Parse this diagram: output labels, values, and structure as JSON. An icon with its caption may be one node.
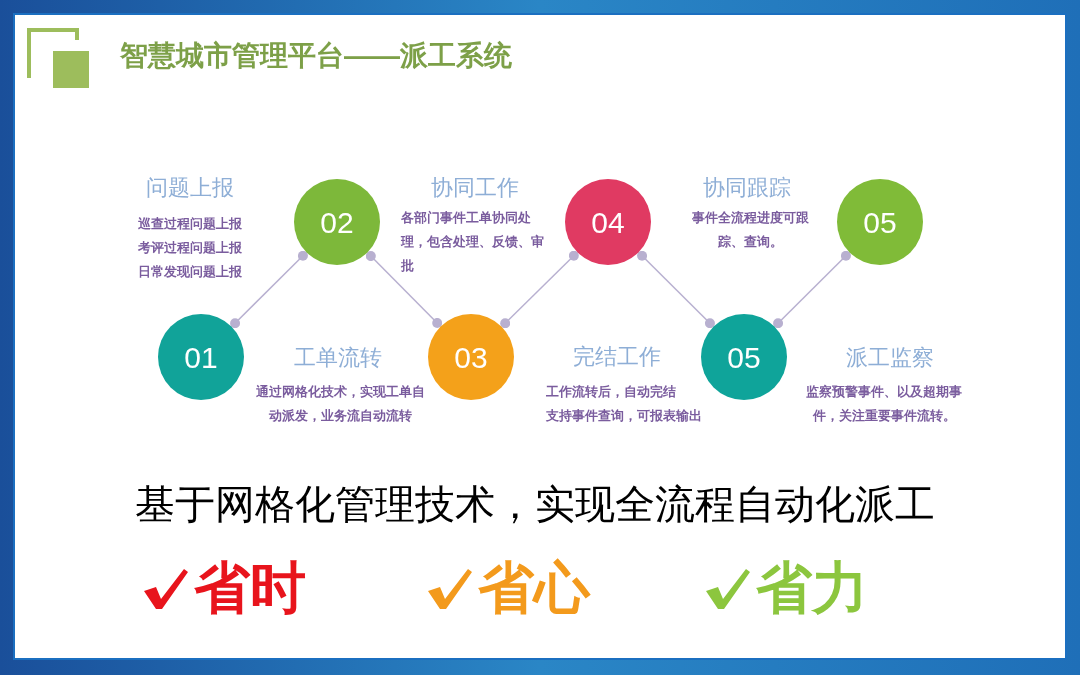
{
  "diagram": {
    "title": "智慧城市管理平台——派工系统",
    "nodes": [
      {
        "text": [
          "01"
        ]
      },
      {
        "text": [
          "02"
        ]
      },
      {
        "text": [
          "03"
        ]
      },
      {
        "text": [
          "04"
        ]
      },
      {
        "text": [
          "05"
        ]
      },
      {
        "text": [
          "05"
        ]
      }
    ],
    "edges": [
      {
        "from": 0,
        "to": 1,
        "arrow": "other"
      },
      {
        "from": 1,
        "to": 2,
        "arrow": "other"
      },
      {
        "from": 2,
        "to": 3,
        "arrow": "other"
      },
      {
        "from": 3,
        "to": 4,
        "arrow": "other"
      },
      {
        "from": 4,
        "to": 5,
        "arrow": "other"
      }
    ],
    "labels": [
      "问题上报",
      "巡查过程问题上报",
      "考评过程问题上报",
      "日常发现问题上报",
      "协同工作",
      "各部门事件工单协同处理，包含处理、反馈、审批",
      "协同跟踪",
      "事件全流程进度可跟踪、查询。",
      "工单流转",
      "通过网格化技术，实现工单自动派发，业务流自动流转",
      "完结工作",
      "工作流转后，自动完结",
      "支持事件查询，可报表输出",
      "派工监察",
      "监察预警事件、以及超期事件，关注重要事件流转。",
      "基于网格化管理技术，实现全流程自动化派工",
      "省时",
      "省心",
      "省力"
    ]
  }
}
